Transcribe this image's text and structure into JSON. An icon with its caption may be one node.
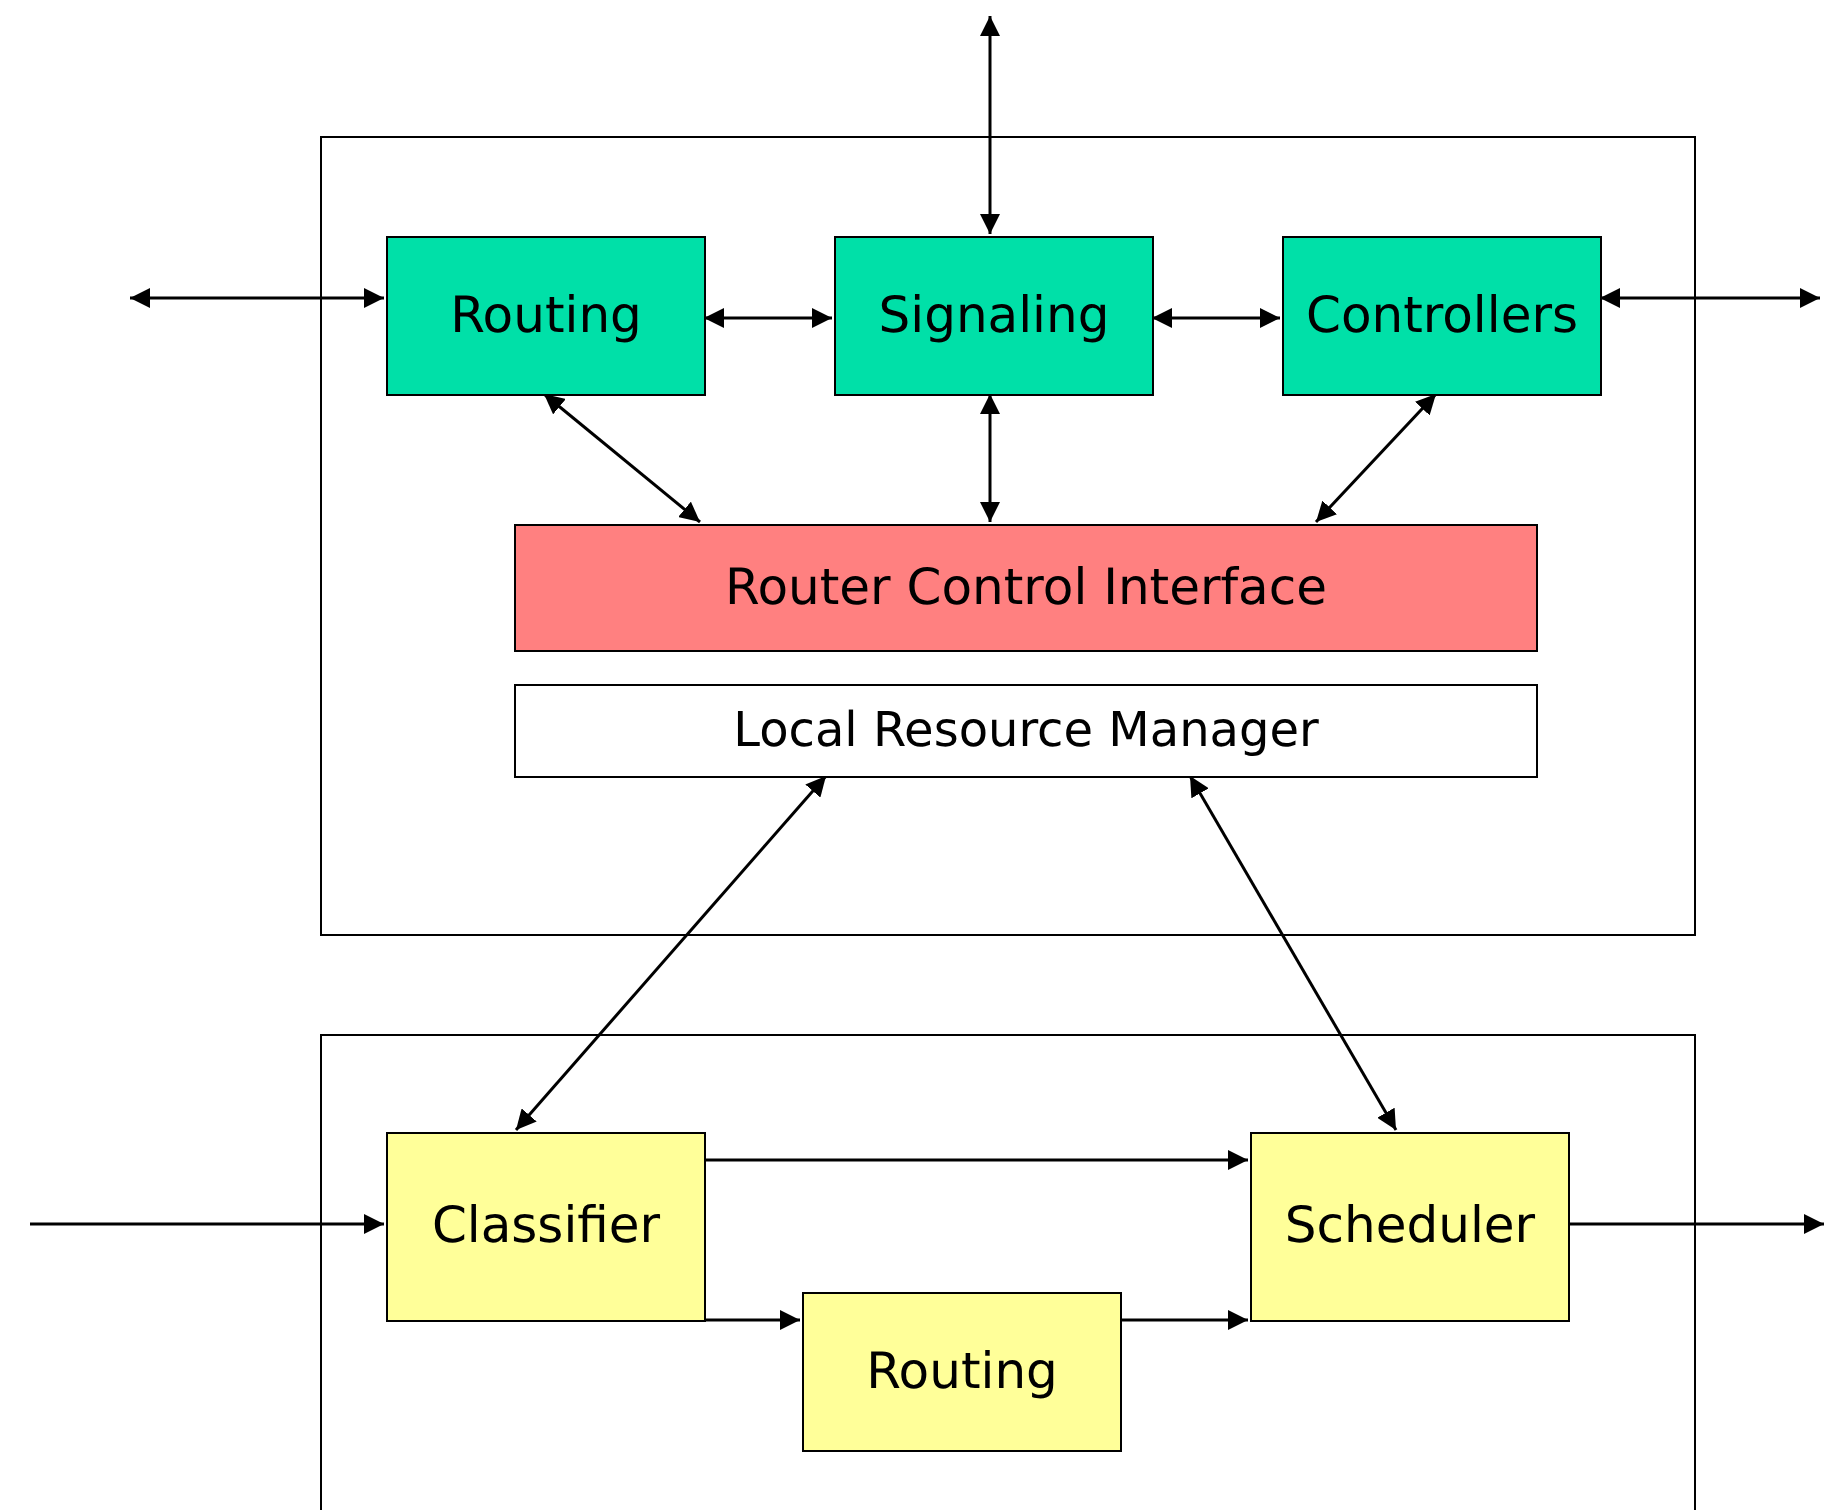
{
  "diagram": {
    "nodes": [
      {
        "text": [],
        "shape": "box"
      },
      {
        "text": [
          "Routing"
        ],
        "in": 0
      },
      {
        "text": [
          "Signaling"
        ],
        "in": 0
      },
      {
        "text": [
          "Controllers"
        ],
        "in": 0
      },
      {
        "text": [
          "Router Control Interface"
        ],
        "in": 0
      },
      {
        "text": [
          "Local Resource Manager"
        ],
        "in": 0
      },
      {
        "text": [],
        "shape": "box"
      },
      {
        "text": [
          "Classifier"
        ],
        "in": 6
      },
      {
        "text": [
          "Routing"
        ],
        "in": 6
      },
      {
        "text": [
          "Scheduler"
        ],
        "in": 6
      }
    ],
    "edges": [
      {
        "from": null,
        "to": 1,
        "arrow": "both"
      },
      {
        "from": 1,
        "to": 2,
        "arrow": "both"
      },
      {
        "from": 2,
        "to": 3,
        "arrow": "both"
      },
      {
        "from": null,
        "to": 2,
        "arrow": "both"
      },
      {
        "from": 3,
        "to": null,
        "arrow": "both"
      },
      {
        "from": 1,
        "to": 4,
        "arrow": "both"
      },
      {
        "from": 2,
        "to": 4,
        "arrow": "both"
      },
      {
        "from": 3,
        "to": 4,
        "arrow": "both"
      },
      {
        "from": 5,
        "to": 7,
        "arrow": "both"
      },
      {
        "from": 5,
        "to": 9,
        "arrow": "both"
      },
      {
        "from": null,
        "to": 7,
        "arrow": "to"
      },
      {
        "from": 7,
        "to": 9,
        "arrow": "to"
      },
      {
        "from": 7,
        "to": 8,
        "arrow": "to"
      },
      {
        "from": 8,
        "to": 9,
        "arrow": "to"
      },
      {
        "from": 9,
        "to": null,
        "arrow": "to"
      }
    ]
  }
}
